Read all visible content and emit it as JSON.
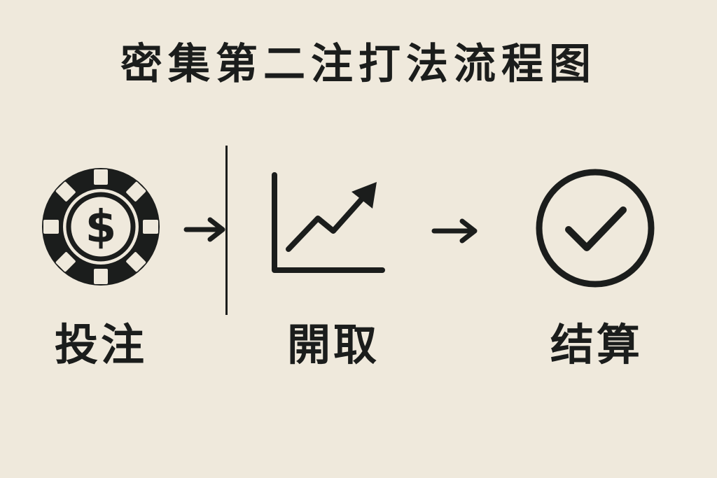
{
  "title": "密集第二注打法流程图",
  "steps": [
    {
      "label": "投注",
      "icon": "casino-chip-dollar-icon"
    },
    {
      "label": "開取",
      "icon": "line-chart-up-arrow-icon"
    },
    {
      "label": "结算",
      "icon": "check-circle-icon"
    }
  ],
  "colors": {
    "background": "#efe9dc",
    "ink": "#1b1d1c"
  }
}
